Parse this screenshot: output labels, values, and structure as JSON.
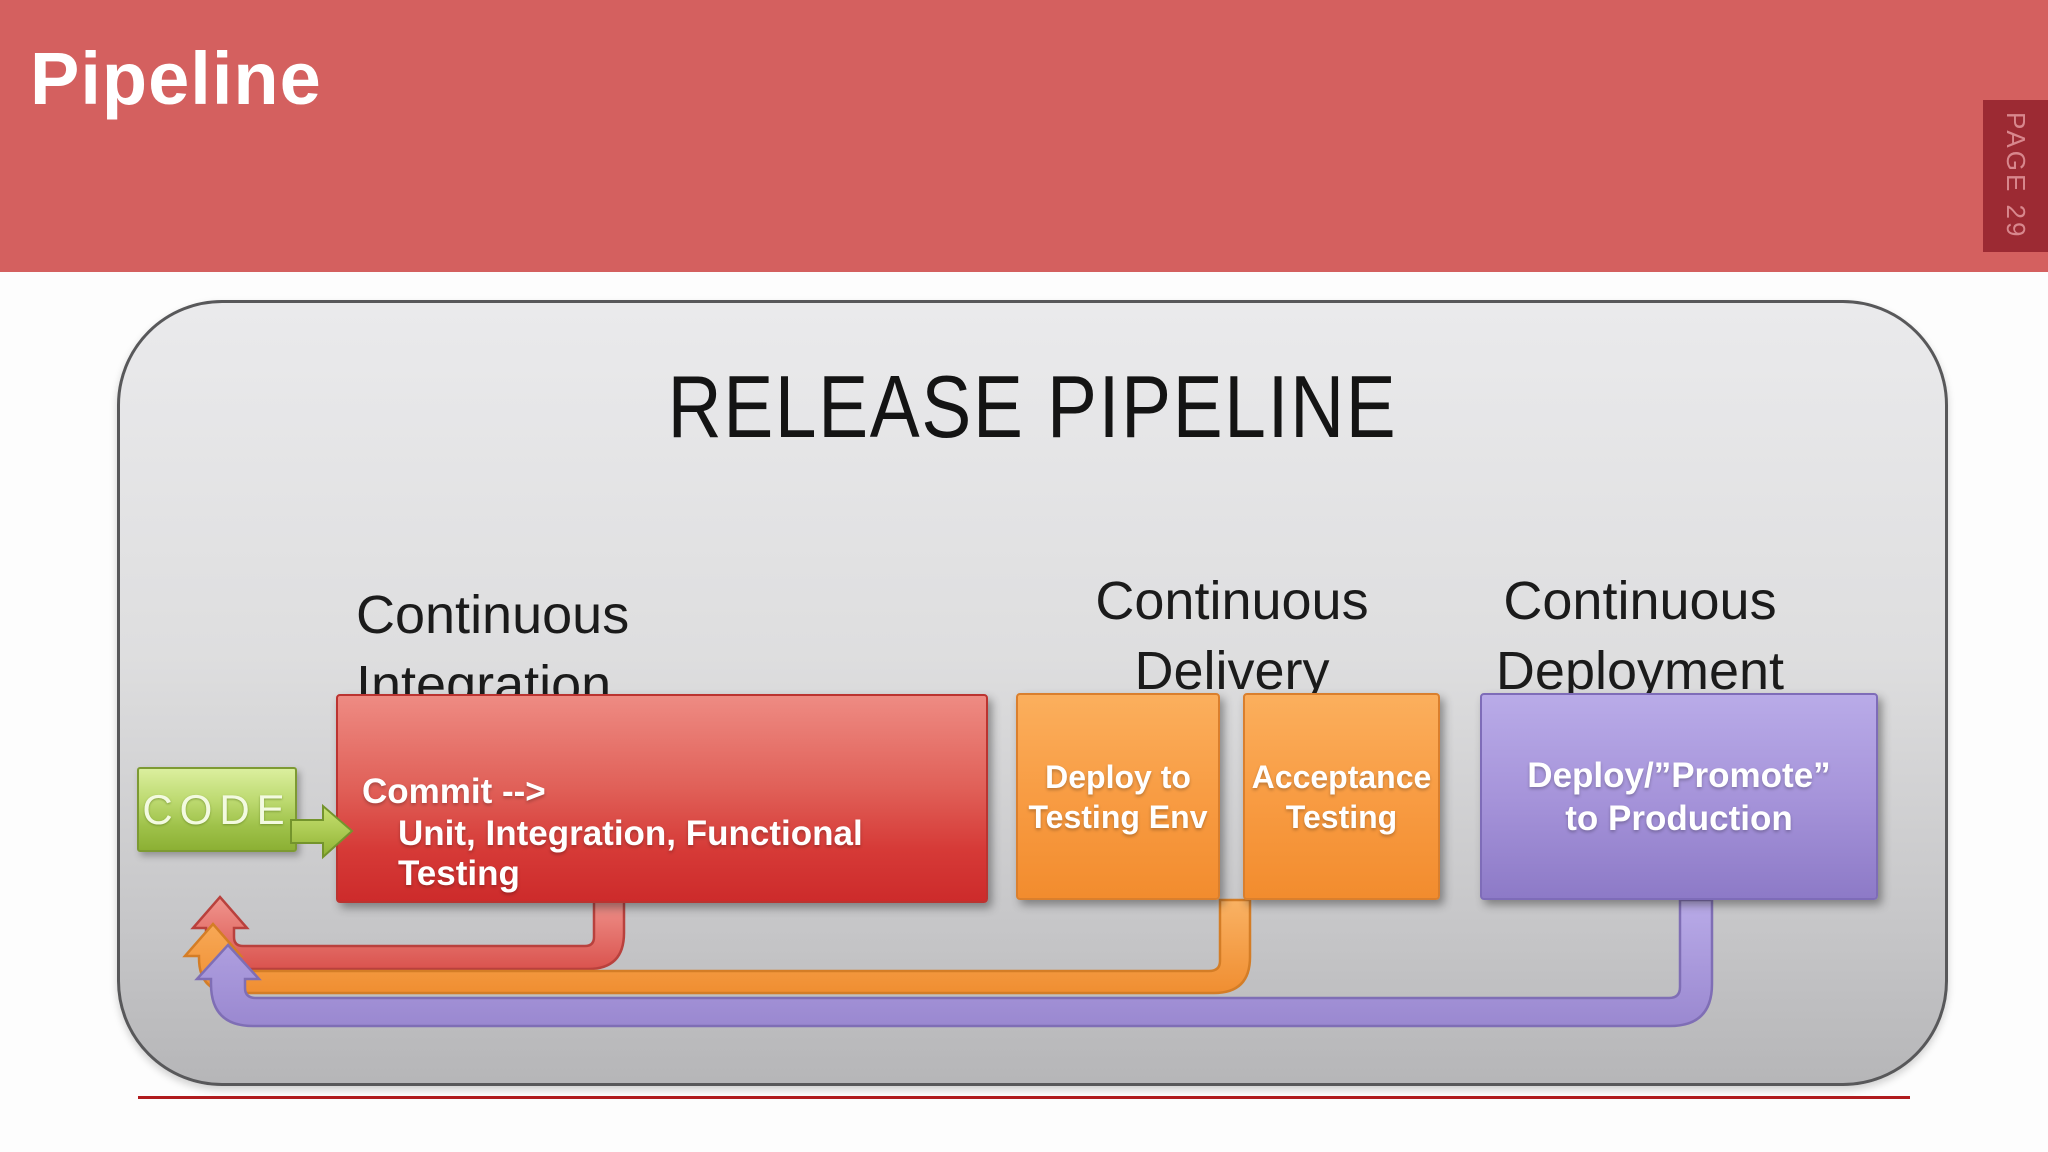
{
  "header": {
    "title": "Pipeline",
    "page_label": "PAGE 29"
  },
  "diagram": {
    "title": "RELEASE PIPELINE",
    "stages": [
      {
        "id": "continuous-integration",
        "line1": "Continuous",
        "line2": "Integration"
      },
      {
        "id": "continuous-delivery",
        "line1": "Continuous",
        "line2": "Delivery"
      },
      {
        "id": "continuous-deployment",
        "line1": "Continuous",
        "line2": "Deployment"
      }
    ],
    "code_box_label": "CODE",
    "commit_box": {
      "line1": "Commit -->",
      "line2": "Unit, Integration, Functional Testing"
    },
    "deploy_testing_box": {
      "line1": "Deploy to",
      "line2": "Testing Env"
    },
    "acceptance_box": {
      "line1": "Acceptance",
      "line2": "Testing"
    },
    "production_box": {
      "line1": "Deploy/”Promote”",
      "line2": "to Production"
    }
  },
  "colors": {
    "header_bg": "#d4605f",
    "page_badge_bg": "#9c2a33",
    "page_badge_text": "#d8878d",
    "panel_top": "#eaeaec",
    "panel_bottom": "#b6b6b8",
    "commit_red": "#d63a37",
    "delivery_orange": "#f89c43",
    "deployment_purple": "#a694da",
    "code_green": "#9fc24a",
    "loop_red": "#dd5a53",
    "loop_orange": "#f49c3f",
    "loop_purple": "#a897dd",
    "bottom_rule_red": "#b01b1e"
  }
}
